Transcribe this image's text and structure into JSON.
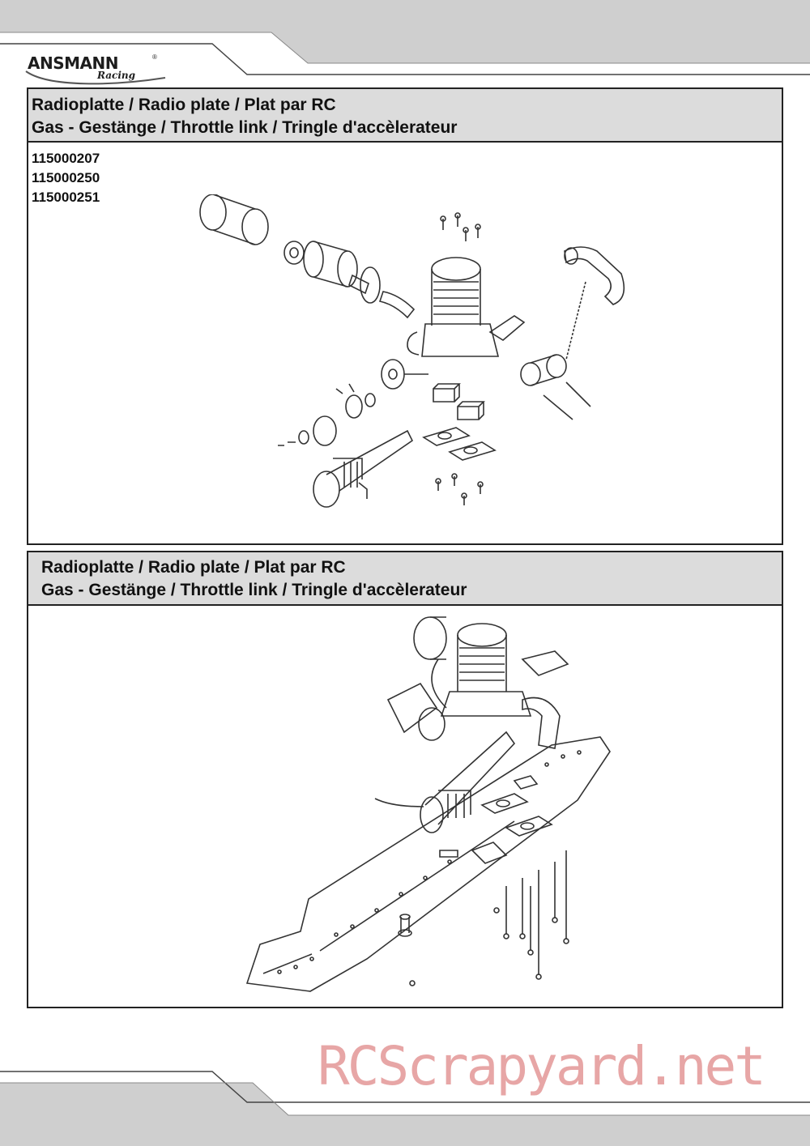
{
  "brand": {
    "logo_text": "ANSMANN",
    "logo_registered": "®",
    "logo_sub": "Racing"
  },
  "sections": [
    {
      "title_line1": "Radioplatte / Radio plate / Plat par RC",
      "title_line2": "Gas - Gestänge / Throttle link / Tringle d'accèlerateur",
      "part_numbers": [
        "115000207",
        "115000250",
        "115000251"
      ]
    },
    {
      "title_line1": "Radioplatte / Radio plate / Plat par RC",
      "title_line2": "Gas - Gestänge / Throttle link / Tringle d'accèlerateur"
    }
  ],
  "watermark": "RCScrapyard.net",
  "colors": {
    "band_gray": "#cfcfcf",
    "header_fill": "#dcdcdc",
    "line_dark": "#222222",
    "watermark": "#e7a6a6"
  }
}
